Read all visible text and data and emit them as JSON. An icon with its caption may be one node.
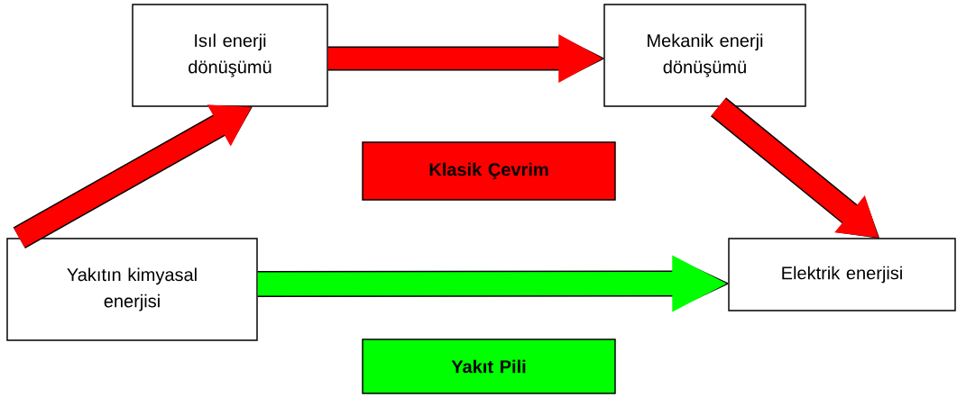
{
  "diagram": {
    "nodes": [
      {
        "text": [
          "Isıl enerji dönüşümü"
        ]
      },
      {
        "text": [
          "Mekanik enerji dönüşümü"
        ]
      },
      {
        "text": [
          "Klasik Çevrim"
        ]
      },
      {
        "text": [
          "Yakıtın kimyasal enerjisi"
        ]
      },
      {
        "text": [
          "Elektrik enerjisi"
        ]
      },
      {
        "text": [
          "Yakıt Pili"
        ]
      }
    ],
    "edges": [
      {
        "from": 3,
        "to": 0,
        "arrow": "to"
      },
      {
        "from": 0,
        "to": 1,
        "arrow": "to"
      },
      {
        "from": 1,
        "to": 4,
        "arrow": "to"
      },
      {
        "from": 3,
        "to": 4,
        "arrow": "to",
        "color": "#00ff00"
      }
    ]
  }
}
